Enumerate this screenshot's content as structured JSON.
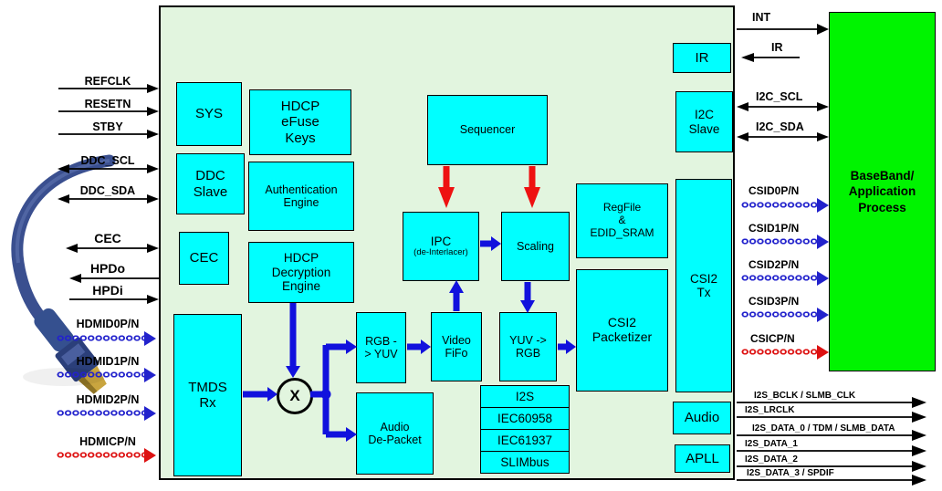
{
  "chip": {
    "blocks": {
      "sys": "SYS",
      "hdcp_efuse": "HDCP\neFuse\nKeys",
      "ddc_slave": "DDC\nSlave",
      "auth_engine": "Authentication\nEngine",
      "cec": "CEC",
      "hdcp_decrypt": "HDCP\nDecryption\nEngine",
      "tmds_rx": "TMDS\nRx",
      "sequencer": "Sequencer",
      "ipc_title": "IPC",
      "ipc_sub": "(de-Interlacer)",
      "scaling": "Scaling",
      "regfile": "RegFile\n&\nEDID_SRAM",
      "csi2_packetizer": "CSI2\nPacketizer",
      "rgb_to_yuv": "RGB -\n> YUV",
      "video_fifo": "Video\nFiFo",
      "yuv_to_rgb": "YUV ->\nRGB",
      "audio_depacket": "Audio\nDe-Packet",
      "audio_formats": [
        "I2S",
        "IEC60958",
        "IEC61937",
        "SLIMbus"
      ],
      "ir": "IR",
      "i2c_slave": "I2C\nSlave",
      "csi2_tx": "CSI2\nTx",
      "audio": "Audio",
      "apll": "APLL",
      "mixer": "X"
    }
  },
  "external": {
    "baseband": "BaseBand/\nApplication\nProcess"
  },
  "signals": {
    "left": [
      {
        "label": "REFCLK",
        "dir": "in"
      },
      {
        "label": "RESETN",
        "dir": "in"
      },
      {
        "label": "STBY",
        "dir": "in"
      },
      {
        "label": "DDC_SCL",
        "dir": "bidir"
      },
      {
        "label": "DDC_SDA",
        "dir": "bidir"
      },
      {
        "label": "CEC",
        "dir": "bidir"
      },
      {
        "label": "HPDo",
        "dir": "out"
      },
      {
        "label": "HPDi",
        "dir": "in"
      }
    ],
    "hdmi": [
      {
        "label": "HDMID0P/N",
        "color": "blue"
      },
      {
        "label": "HDMID1P/N",
        "color": "blue"
      },
      {
        "label": "HDMID2P/N",
        "color": "blue"
      },
      {
        "label": "HDMICP/N",
        "color": "red"
      }
    ],
    "host": [
      {
        "label": "INT",
        "dir": "out"
      },
      {
        "label": "IR",
        "dir": "in"
      },
      {
        "label": "I2C_SCL",
        "dir": "bidir"
      },
      {
        "label": "I2C_SDA",
        "dir": "bidir"
      }
    ],
    "csi": [
      {
        "label": "CSID0P/N",
        "color": "blue"
      },
      {
        "label": "CSID1P/N",
        "color": "blue"
      },
      {
        "label": "CSID2P/N",
        "color": "blue"
      },
      {
        "label": "CSID3P/N",
        "color": "blue"
      },
      {
        "label": "CSICP/N",
        "color": "red"
      }
    ],
    "audio": [
      "I2S_BCLK / SLMB_CLK",
      "I2S_LRCLK",
      "I2S_DATA_0 / TDM / SLMB_DATA",
      "I2S_DATA_1",
      "I2S_DATA_2",
      "I2S_DATA_3 / SPDIF"
    ]
  },
  "colors": {
    "chip_bg": "#e2f5df",
    "block_fill": "#00ffff",
    "baseband_fill": "#00f400",
    "arrow_blue": "#1111dd",
    "arrow_red": "#ee1111",
    "lane_blue": "#2222cc",
    "lane_red": "#dd1111",
    "signal_black": "#000000"
  }
}
